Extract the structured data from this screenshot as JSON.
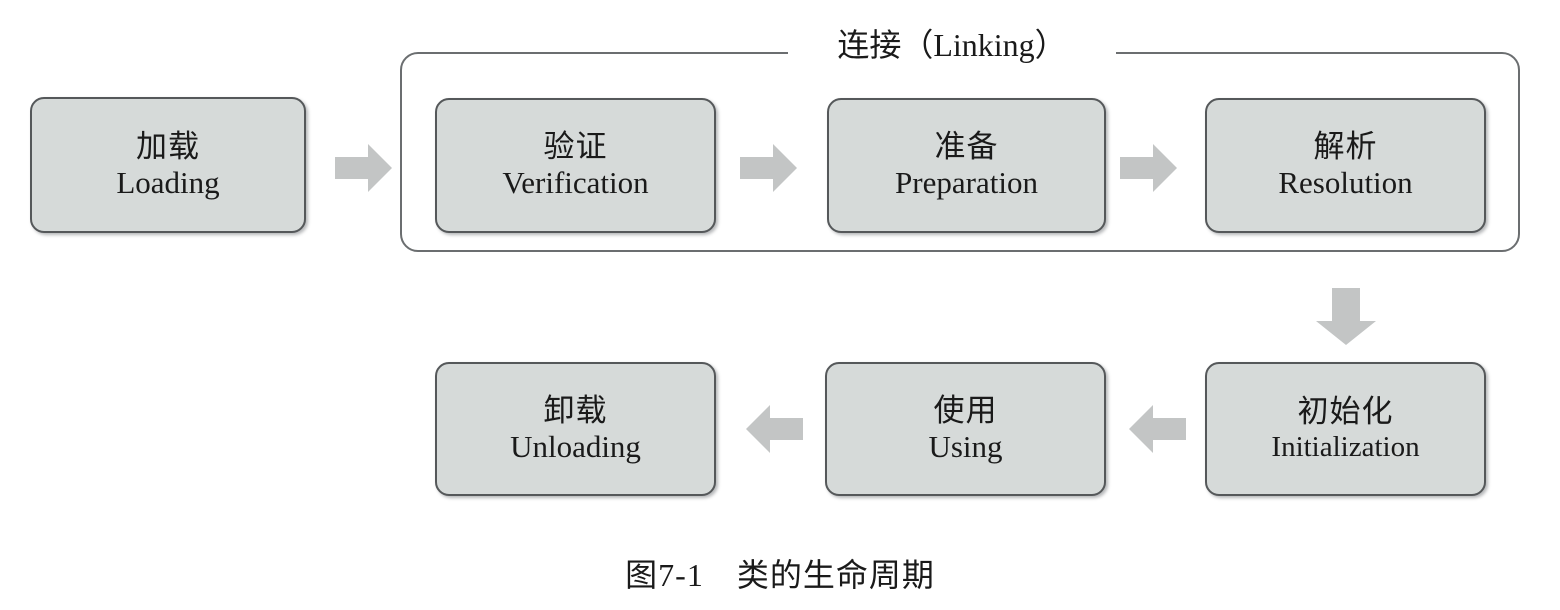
{
  "figure": {
    "caption": "图7-1　类的生命周期",
    "background_color": "#ffffff",
    "box_fill_color": "#d6dad9",
    "box_border_color": "#55585a",
    "arrow_color": "#c3c5c5",
    "group_border_color": "#6b6e70"
  },
  "group": {
    "label": "连接（Linking）",
    "label_cn": "连接",
    "label_en": "Linking"
  },
  "nodes": {
    "loading": {
      "cn": "加载",
      "en": "Loading"
    },
    "verification": {
      "cn": "验证",
      "en": "Verification"
    },
    "preparation": {
      "cn": "准备",
      "en": "Preparation"
    },
    "resolution": {
      "cn": "解析",
      "en": "Resolution"
    },
    "initialization": {
      "cn": "初始化",
      "en": "Initialization"
    },
    "using": {
      "cn": "使用",
      "en": "Using"
    },
    "unloading": {
      "cn": "卸载",
      "en": "Unloading"
    }
  },
  "arrows": [
    {
      "name": "loading-to-linking",
      "direction": "right"
    },
    {
      "name": "verification-to-preparation",
      "direction": "right"
    },
    {
      "name": "preparation-to-resolution",
      "direction": "right"
    },
    {
      "name": "linking-to-initialization",
      "direction": "down"
    },
    {
      "name": "initialization-to-using",
      "direction": "left"
    },
    {
      "name": "using-to-unloading",
      "direction": "left"
    }
  ]
}
